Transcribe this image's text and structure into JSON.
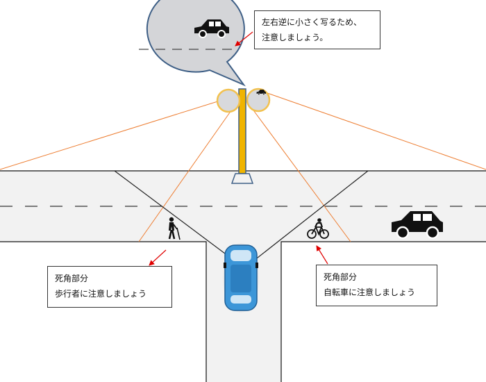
{
  "callouts": {
    "mirror": {
      "line1": "左右逆に小さく写るため、",
      "line2": "注意しましょう。"
    },
    "pedestrian": {
      "line1": "死角部分",
      "line2": "歩行者に注意しましょう"
    },
    "bicycle": {
      "line1": "死角部分",
      "line2": "自転車に注意しましょう"
    }
  },
  "colors": {
    "mirror_fill": "#d8d9dc",
    "mirror_rim": "#f2c14e",
    "bubble_fill": "#d4d5d8",
    "bubble_stroke": "#3e5f86",
    "pole": "#f0b400",
    "road": "#f2f2f2",
    "view_line": "#ed7d31",
    "sight_line": "#222222",
    "arrow": "#e00000",
    "car_body": "#3c96d8",
    "vehicle_dark": "#111111"
  },
  "icons": [
    "car-icon",
    "pedestrian-icon",
    "bicycle-icon",
    "car-topdown-icon",
    "mirror-icon"
  ]
}
